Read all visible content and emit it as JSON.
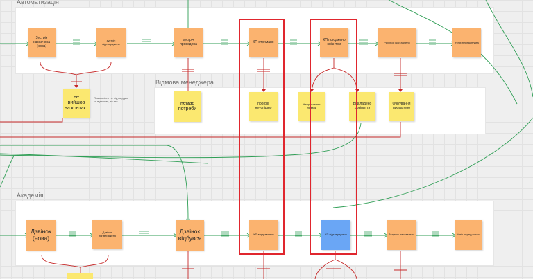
{
  "sections": {
    "automation": "Автоматизація",
    "manager_refusal": "Відмова менеджера",
    "academy": "Академія"
  },
  "automation": {
    "s1": "Зустріч назначена (нова)",
    "s2": "зустріч підтверджено",
    "s3": "зустріч проведена",
    "s4": "КП отримано",
    "s5": "КП погоджено клієнтом",
    "s6": "Рахунок виставлено",
    "s7": "Успіх передоплата"
  },
  "refusal": {
    "r0": "не вийшов на контакт",
    "r0_note": "Якщо клієнт не підтвердив та відхилив, то так",
    "r1": "немає потреби",
    "r2": "прогрів неуспішно",
    "r3": "Направлення правок",
    "r4": "Відкладено довіриття",
    "r5": "Очікування провалено"
  },
  "academy": {
    "a1": "Дзвінок (нова)",
    "a2": "Дзвінок підтверджено",
    "a3": "Дзвінок відбувся",
    "a4": "КП відправлено",
    "a5": "КП підтверджено",
    "a6": "Рахунок виставлено",
    "a7": "Успіх передоплата"
  },
  "colors": {
    "orange": "#fbb36f",
    "yellow": "#fbe870",
    "blue": "#6aa6f5",
    "highlight": "#e0262e",
    "connector_green": "#2f9e55",
    "connector_red": "#c62828"
  }
}
